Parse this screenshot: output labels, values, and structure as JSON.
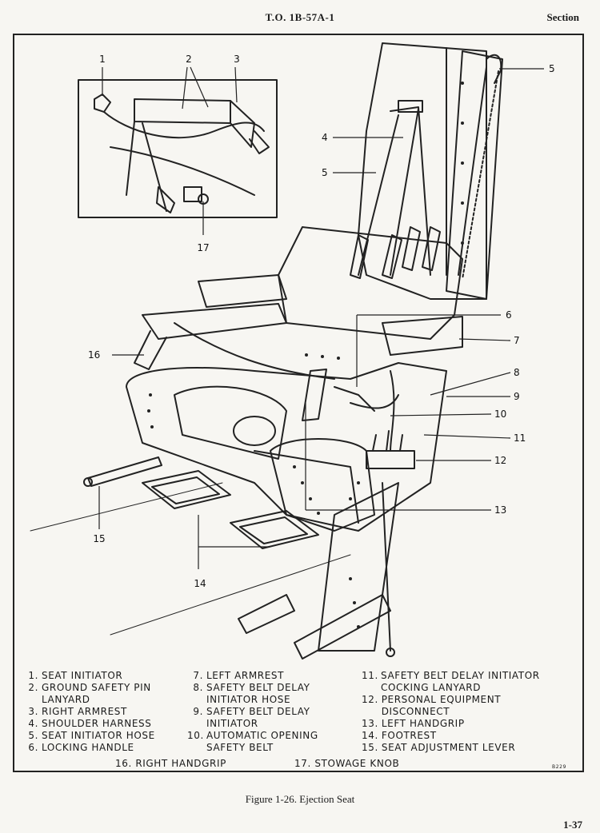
{
  "header": {
    "doc_id": "T.O. 1B-57A-1",
    "section": "Section"
  },
  "figure": {
    "inset_callouts": [
      "1",
      "2",
      "3",
      "17"
    ],
    "callouts": [
      "4",
      "5",
      "5",
      "6",
      "7",
      "8",
      "9",
      "10",
      "11",
      "12",
      "13",
      "14",
      "15",
      "16"
    ],
    "art_number": "B229"
  },
  "legend": {
    "col1": [
      {
        "num": "1.",
        "text": "SEAT INITIATOR"
      },
      {
        "num": "2.",
        "text": "GROUND SAFETY PIN LANYARD"
      },
      {
        "num": "3.",
        "text": "RIGHT ARMREST"
      },
      {
        "num": "4.",
        "text": "SHOULDER HARNESS"
      },
      {
        "num": "5.",
        "text": "SEAT INITIATOR HOSE"
      },
      {
        "num": "6.",
        "text": "LOCKING HANDLE"
      }
    ],
    "col2": [
      {
        "num": "7.",
        "text": "LEFT ARMREST"
      },
      {
        "num": "8.",
        "text": "SAFETY BELT DELAY INITIATOR HOSE"
      },
      {
        "num": "9.",
        "text": "SAFETY BELT DELAY INITIATOR"
      },
      {
        "num": "10.",
        "text": "AUTOMATIC OPENING SAFETY BELT"
      }
    ],
    "col3": [
      {
        "num": "11.",
        "text": "SAFETY BELT DELAY INITIATOR COCKING LANYARD"
      },
      {
        "num": "12.",
        "text": "PERSONAL EQUIPMENT DISCONNECT"
      },
      {
        "num": "13.",
        "text": "LEFT HANDGRIP"
      },
      {
        "num": "14.",
        "text": "FOOTREST"
      },
      {
        "num": "15.",
        "text": "SEAT ADJUSTMENT LEVER"
      }
    ],
    "bottom": [
      {
        "num": "16.",
        "text": "RIGHT HANDGRIP"
      },
      {
        "num": "17.",
        "text": "STOWAGE KNOB"
      }
    ]
  },
  "caption": "Figure 1-26. Ejection Seat",
  "page_number": "1-37"
}
